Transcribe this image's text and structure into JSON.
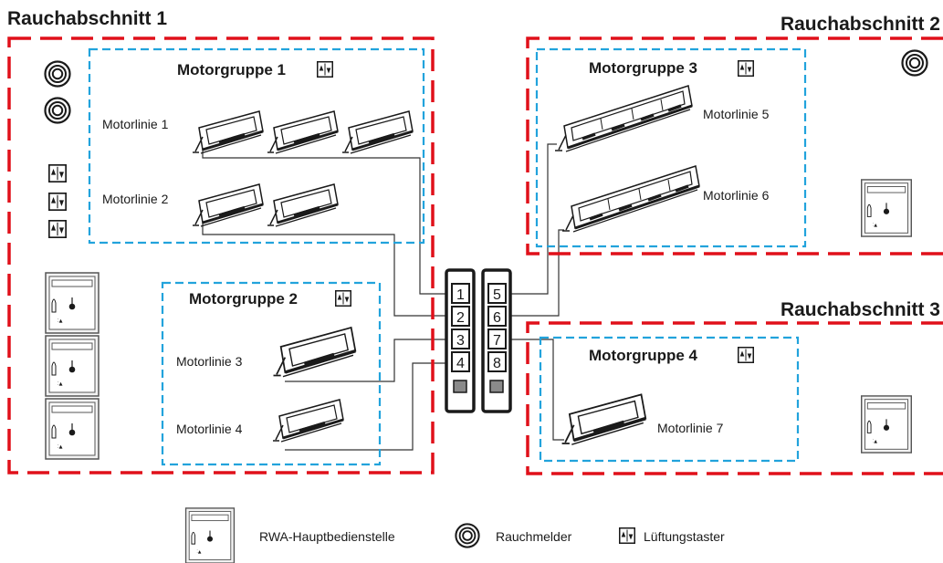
{
  "colors": {
    "section_border": "#e0101a",
    "group_border": "#22a3dc",
    "ink": "#1a1a1a",
    "wire": "#333333",
    "panel_fill": "#f2f2f2"
  },
  "sections": [
    {
      "title": "Rauchabschnitt 1"
    },
    {
      "title": "Rauchabschnitt 2"
    },
    {
      "title": "Rauchabschnitt 3"
    }
  ],
  "groups": [
    {
      "title": "Motorgruppe 1",
      "icon": "lueftungstaster-icon"
    },
    {
      "title": "Motorgruppe 2",
      "icon": "lueftungstaster-icon"
    },
    {
      "title": "Motorgruppe 3",
      "icon": "lueftungstaster-icon"
    },
    {
      "title": "Motorgruppe 4",
      "icon": "lueftungstaster-icon"
    }
  ],
  "motor_lines": [
    {
      "label": "Motorlinie 1",
      "windows": 3
    },
    {
      "label": "Motorlinie 2",
      "windows": 2
    },
    {
      "label": "Motorlinie 3",
      "windows": 1
    },
    {
      "label": "Motorlinie 4",
      "windows": 1
    },
    {
      "label": "Motorlinie 5",
      "windows": 1
    },
    {
      "label": "Motorlinie 6",
      "windows": 1
    },
    {
      "label": "Motorlinie 7",
      "windows": 1
    }
  ],
  "terminals": [
    "1",
    "2",
    "3",
    "4",
    "5",
    "6",
    "7",
    "8"
  ],
  "legend": {
    "control_panel": "RWA-Hauptbedienstelle",
    "smoke_detector": "Rauchmelder",
    "vent_button": "Lüftungstaster"
  }
}
